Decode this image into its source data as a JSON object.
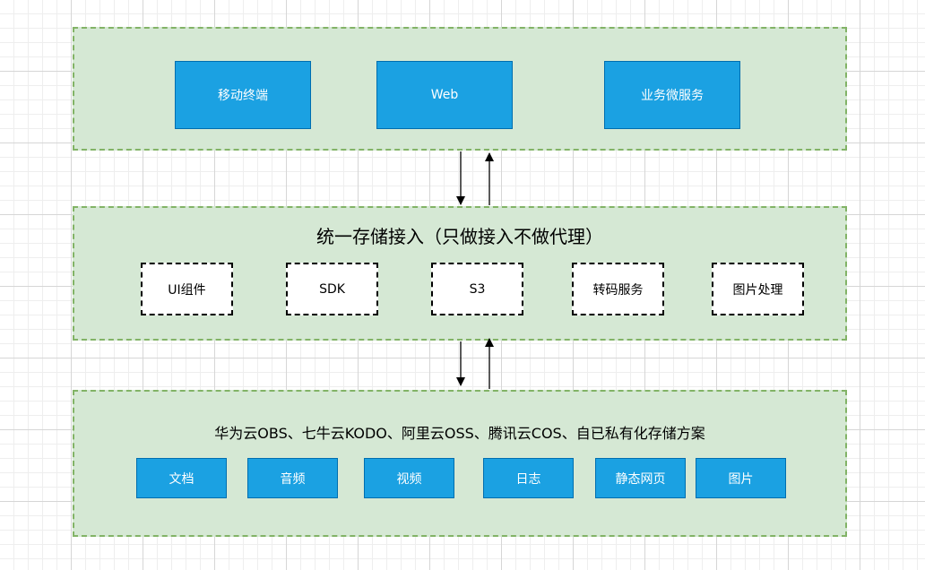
{
  "colors": {
    "layer_fill": "#d5e8d4",
    "layer_border": "#82b366",
    "box_fill": "#1ba1e2",
    "box_border": "#006eaf",
    "box_text": "#ffffff",
    "dash_box_fill": "#ffffff",
    "dash_box_border": "#000000",
    "arrow": "#000000"
  },
  "top_layer": {
    "boxes": [
      "移动终端",
      "Web",
      "业务微服务"
    ]
  },
  "middle_layer": {
    "title": "统一存储接入（只做接入不做代理）",
    "components": [
      "UI组件",
      "SDK",
      "S3",
      "转码服务",
      "图片处理"
    ]
  },
  "bottom_layer": {
    "title": "华为云OBS、七牛云KODO、阿里云OSS、腾讯云COS、自已私有化存储方案",
    "boxes": [
      "文档",
      "音频",
      "视频",
      "日志",
      "静态网页",
      "图片"
    ]
  }
}
